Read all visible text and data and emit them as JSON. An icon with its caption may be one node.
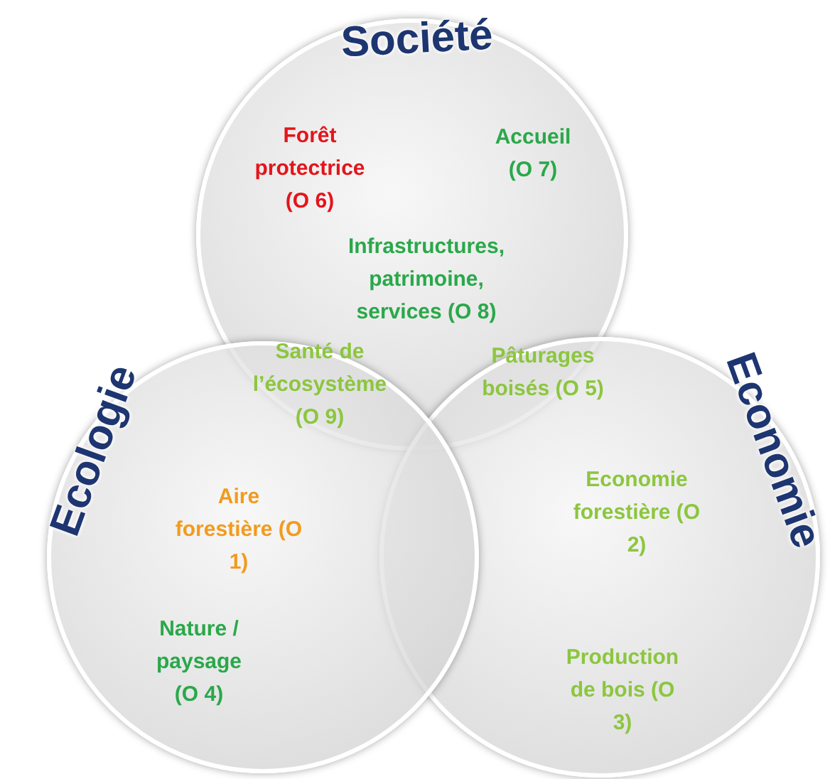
{
  "diagram": {
    "nodes": [
      {
        "text": [
          "Société"
        ]
      },
      {
        "text": [
          "Ecologie"
        ]
      },
      {
        "text": [
          "Economie"
        ]
      }
    ],
    "labels": [
      "Forêt protectrice (O 6)",
      "Accueil (O 7)",
      "Infrastructures, patrimoine, services (O 8)",
      "Santé de l’écosystème (O 9)",
      "Pâturages boisés (O 5)",
      "Aire forestière (O 1)",
      "Economie forestière (O 2)",
      "Nature / paysage (O 4)",
      "Production de bois (O 3)"
    ]
  }
}
